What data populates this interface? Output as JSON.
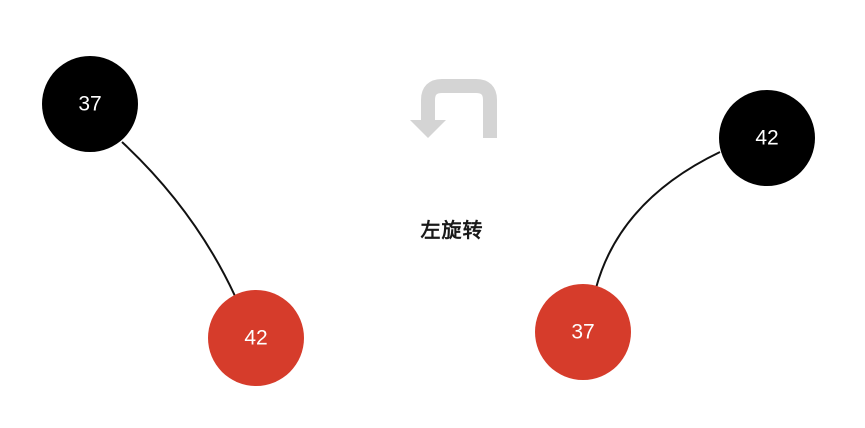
{
  "caption": "左旋转",
  "colors": {
    "black_node": "#000000",
    "red_node": "#d63c2b",
    "edge": "#111111",
    "arrow": "#d4d4d4"
  },
  "icons": {
    "rotate_arrow": "u-turn-arrow-icon"
  },
  "before_tree": {
    "parent": {
      "value": "37",
      "color": "black"
    },
    "child": {
      "value": "42",
      "color": "red",
      "side": "right"
    }
  },
  "after_tree": {
    "parent": {
      "value": "42",
      "color": "black"
    },
    "child": {
      "value": "37",
      "color": "red",
      "side": "left"
    }
  }
}
